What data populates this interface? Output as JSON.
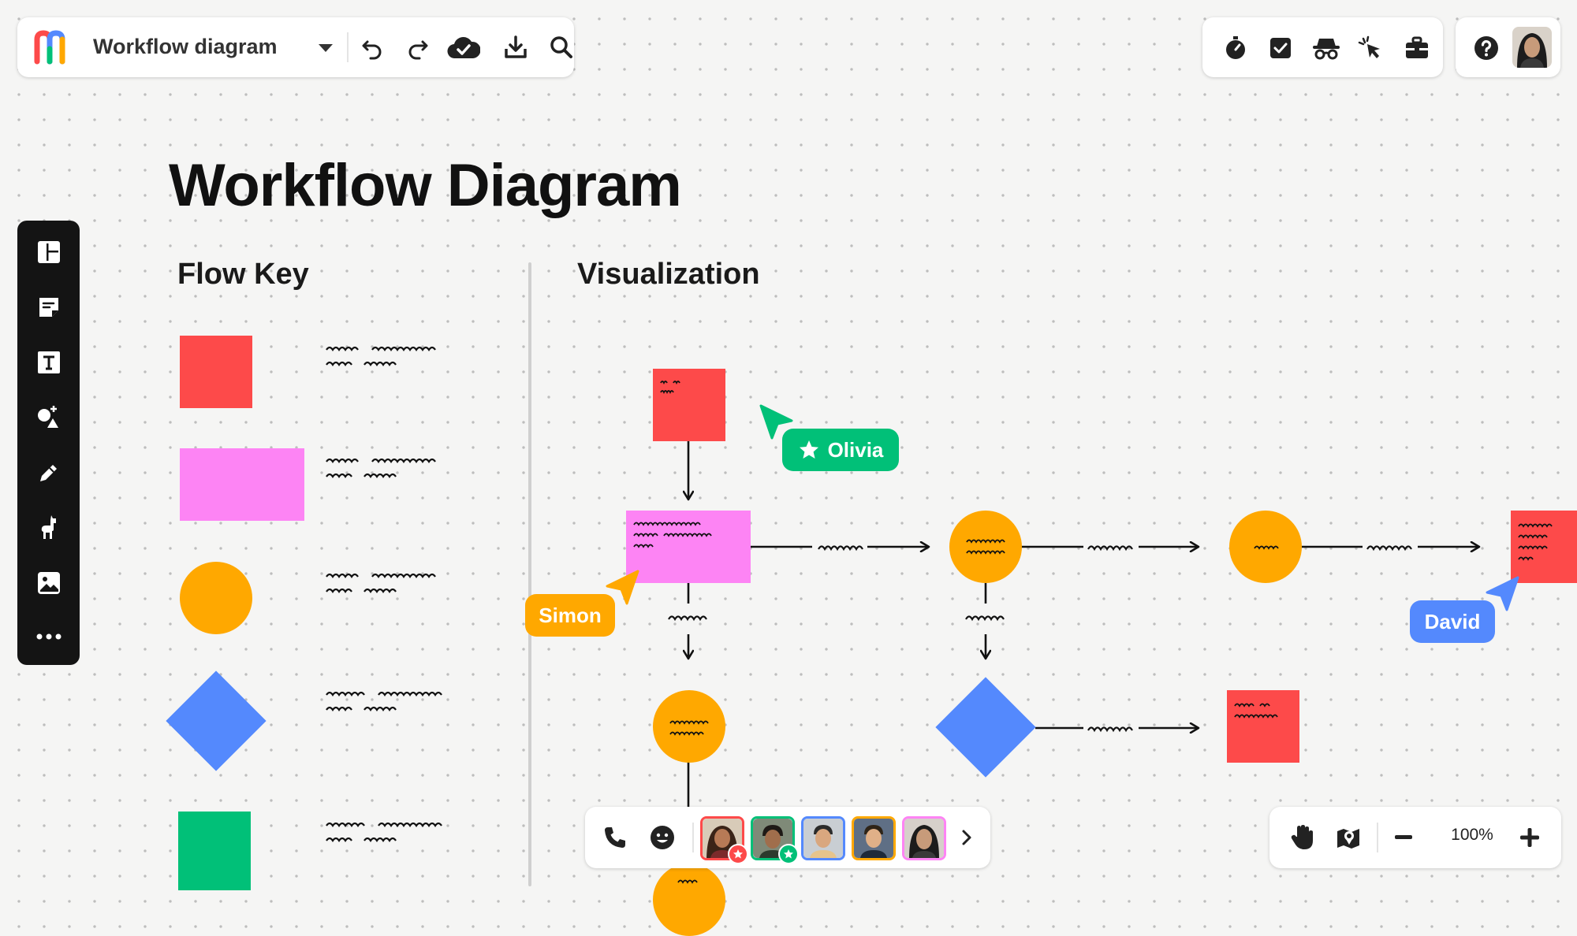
{
  "app": {
    "board_name": "Workflow diagram"
  },
  "canvas": {
    "title": "Workflow Diagram",
    "flow_key_heading": "Flow Key",
    "visualization_heading": "Visualization"
  },
  "collaborators": {
    "olivia": "Olivia",
    "simon": "Simon",
    "david": "David"
  },
  "zoom": {
    "level": "100%"
  },
  "colors": {
    "red": "#fd4a4a",
    "pink": "#fd84f4",
    "orange": "#ffa800",
    "blue": "#5489fd",
    "green": "#01c078",
    "olivia_tag": "#01c078",
    "simon_tag": "#ffa800",
    "david_tag": "#5489fd"
  },
  "icons": {
    "top_left": [
      "logo-icon",
      "chevron-down-icon",
      "undo-icon",
      "redo-icon",
      "cloud-saved-icon",
      "download-icon",
      "search-icon"
    ],
    "top_right": [
      "timer-icon",
      "checkbox-icon",
      "incognito-icon",
      "cursor-click-icon",
      "toolbox-icon",
      "help-icon"
    ],
    "sidebar": [
      "templates-icon",
      "sticky-note-icon",
      "text-icon",
      "shapes-icon",
      "pen-icon",
      "llama-icon",
      "image-icon",
      "more-icon"
    ],
    "bottom": [
      "phone-icon",
      "emoji-icon",
      "chevron-right-icon",
      "hand-icon",
      "map-icon",
      "minus-icon",
      "plus-icon"
    ]
  }
}
